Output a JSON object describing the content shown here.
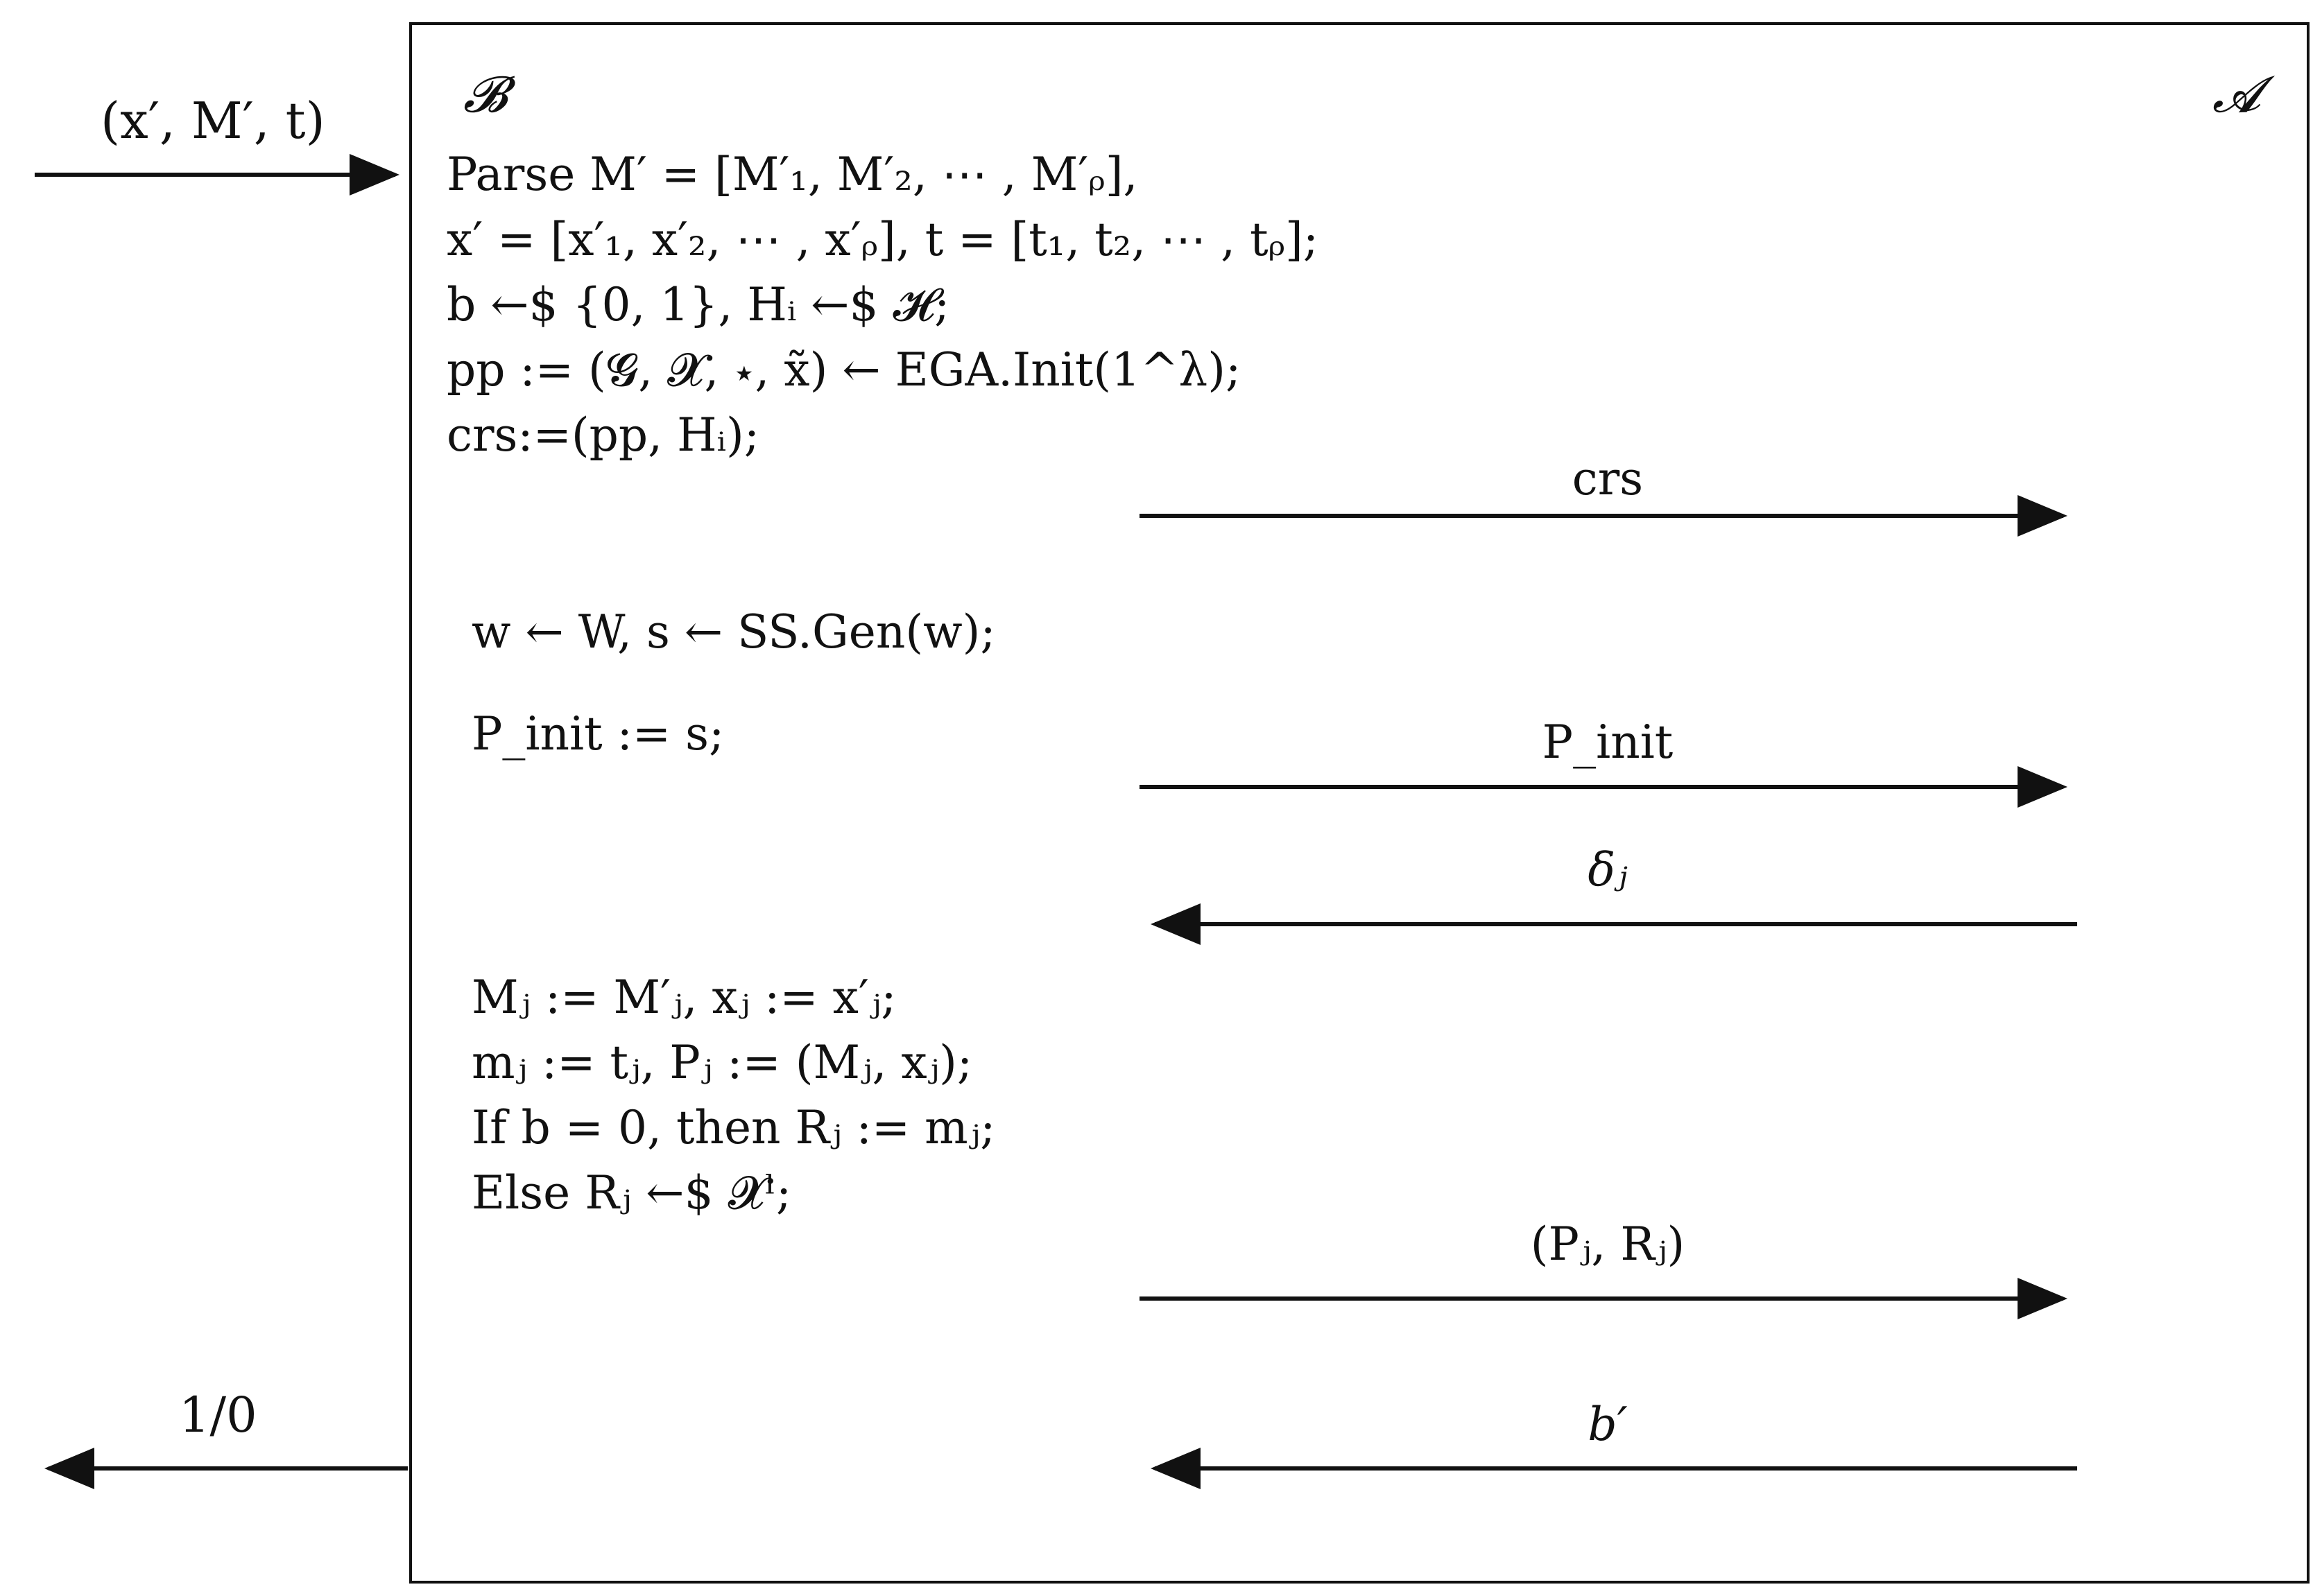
{
  "parties": {
    "left": "𝓑",
    "right": "𝓐"
  },
  "input": {
    "label": "(x′, M′, t)"
  },
  "output": {
    "label": "1/0"
  },
  "setup_lines": [
    "Parse M′ = [M′₁, M′₂, ⋯ , M′ᵨ],",
    "x′ = [x′₁, x′₂, ⋯ , x′ᵨ], t = [t₁, t₂, ⋯ , tᵨ];",
    "b ←$ {0, 1}, Hᵢ ←$ 𝓗;",
    "pp := (𝓖, 𝓧, ⋆, x̃) ← EGA.Init(1^λ);",
    "crs:=(pp, Hᵢ);"
  ],
  "gen_lines": [
    "w ← W, s ← SS.Gen(w);"
  ],
  "init_lines": [
    "P_init := s;"
  ],
  "challenge_lines": [
    "Mⱼ := M′ⱼ, xⱼ := x′ⱼ;",
    "mⱼ := tⱼ, Pⱼ := (Mⱼ, xⱼ);",
    "If b = 0, then Rⱼ := mⱼ;",
    "Else Rⱼ ←$ 𝓧ˡ;"
  ],
  "messages": [
    {
      "label": "crs",
      "direction": "to-A"
    },
    {
      "label": "P_init",
      "direction": "to-A"
    },
    {
      "label": "δⱼ",
      "direction": "to-B"
    },
    {
      "label": "(Pⱼ, Rⱼ)",
      "direction": "to-A"
    },
    {
      "label": "b′",
      "direction": "to-B"
    }
  ]
}
